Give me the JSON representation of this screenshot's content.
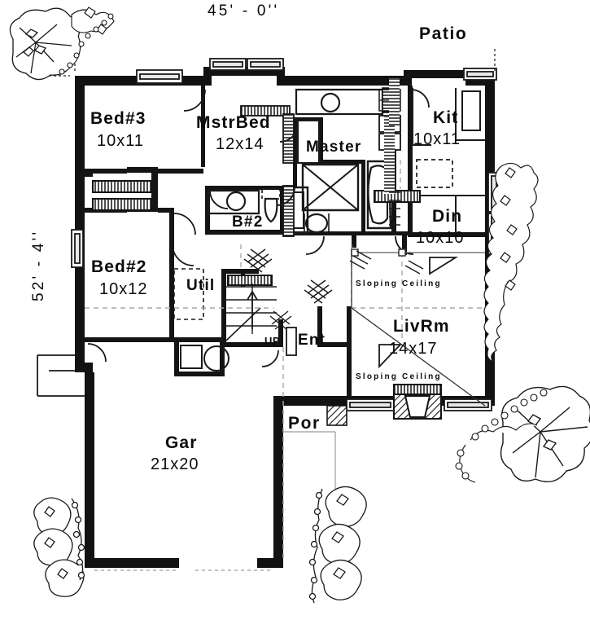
{
  "plan": {
    "type": "residential-floor-plan",
    "overall_dimensions": {
      "width_label": "45' - 0''",
      "height_label": "52' - 4''"
    },
    "rooms": [
      {
        "key": "bed3",
        "name": "Bed#3",
        "dimensions": "10x11"
      },
      {
        "key": "mstrbed",
        "name": "MstrBed",
        "dimensions": "12x14"
      },
      {
        "key": "kit",
        "name": "Kit",
        "dimensions": "10x11"
      },
      {
        "key": "din",
        "name": "Din",
        "dimensions": "10x10"
      },
      {
        "key": "bed2",
        "name": "Bed#2",
        "dimensions": "10x12"
      },
      {
        "key": "livrm",
        "name": "LivRm",
        "dimensions": "14x17"
      },
      {
        "key": "gar",
        "name": "Gar",
        "dimensions": "21x20"
      }
    ],
    "areas": [
      {
        "key": "patio",
        "name": "Patio"
      },
      {
        "key": "master",
        "name": "Master"
      },
      {
        "key": "bath2",
        "name": "B#2"
      },
      {
        "key": "util",
        "name": "Util"
      },
      {
        "key": "ent",
        "name": "Ent"
      },
      {
        "key": "por",
        "name": "Por"
      }
    ],
    "annotations": [
      {
        "key": "sloping_upper",
        "text": "Sloping Ceiling"
      },
      {
        "key": "sloping_lower",
        "text": "Sloping Ceiling"
      },
      {
        "key": "stair_dir",
        "text": "UP"
      }
    ],
    "colors": {
      "wall": "#121212",
      "line": "#1a1a1a",
      "text": "#0b0b0b",
      "paper": "#ffffff",
      "shade": "#c9c9c9"
    }
  }
}
